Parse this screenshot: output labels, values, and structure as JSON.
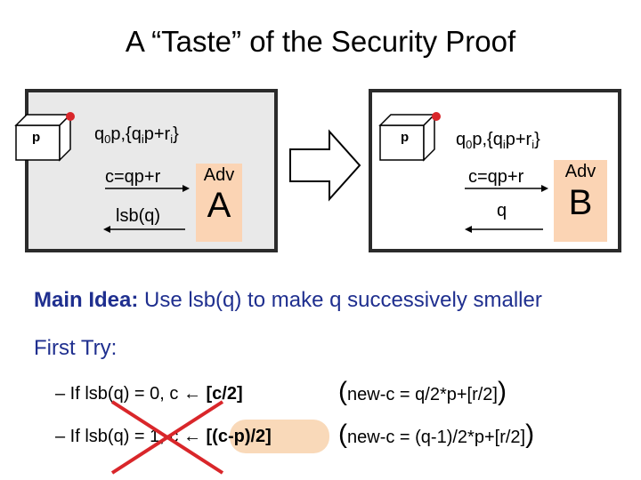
{
  "title": "A “Taste” of the Security Proof",
  "left_panel": {
    "box_label": "p",
    "top_formula": {
      "a": "q",
      "a_sub": "0",
      "b": "p,{q",
      "b_sub": "i",
      "c": "p+r",
      "c_sub": "i",
      "d": "}"
    },
    "arrow1_label": "c=qp+r",
    "arrow2_label": "lsb(q)",
    "adv_word": "Adv",
    "adv_letter": "A"
  },
  "right_panel": {
    "box_label": "p",
    "top_formula": {
      "a": "q",
      "a_sub": "0",
      "b": "p,{q",
      "b_sub": "i",
      "c": "p+r",
      "c_sub": "i",
      "d": "}"
    },
    "arrow1_label": "c=qp+r",
    "arrow2_label": "q",
    "adv_word": "Adv",
    "adv_letter": "B"
  },
  "main_idea": {
    "label": "Main Idea:",
    "text": " Use lsb(q) to make q successively smaller"
  },
  "first_try": "First Try:",
  "bullets": [
    {
      "dash": "– If lsb(q) = 0, c ",
      "arrow": "←",
      "value": "[c/2]",
      "note_open": "(",
      "note": "new-c = q/2*p+[r/2]",
      "note_close": ")"
    },
    {
      "dash": "– If lsb(q) = 1, c ",
      "arrow": "←",
      "value": "[(c-p)/2]",
      "note_open": "(",
      "note": "new-c = (q-1)/2*p+[r/2]",
      "note_close": ")"
    }
  ],
  "colors": {
    "accent_blue": "#1f2f8f",
    "adv_fill": "#fbd4b4",
    "cross_red": "#d9262a",
    "highlight": "#f9d9b9",
    "panel_fill": "#e9e9e9"
  }
}
